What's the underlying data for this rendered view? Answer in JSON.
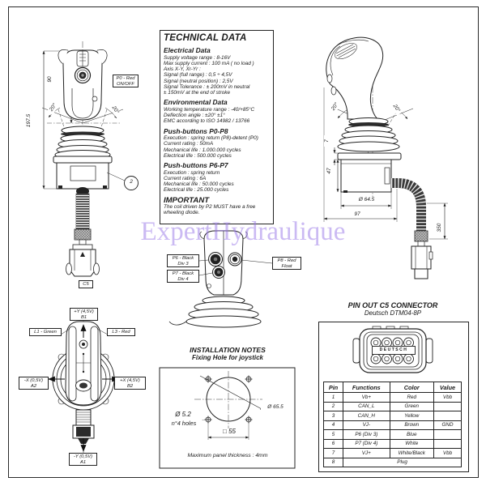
{
  "watermark": {
    "text": "ExpertHydraulique",
    "color": "rgba(151,117,232,0.5)"
  },
  "technical_data": {
    "title": "TECHNICAL DATA",
    "sections": [
      {
        "heading": "Electrical Data",
        "lines": [
          "Supply voltage range : 8-16V",
          "Max supply current : 100 mA ( no load )",
          "Axis X-Y, Xr-Yr :",
          "Signal (full range) : 0,5 ÷ 4,5V",
          "Signal (neutral position) : 2,5V",
          "Signal Tolerance : ± 200mV in neutral",
          "± 150mV at the end of stroke"
        ]
      },
      {
        "heading": "Environmental Data",
        "lines": [
          "Working temperature range : -40/+85°C",
          "Deflection angle : ±20° ±1°",
          "EMC according to ISO 14982 / 13766"
        ]
      },
      {
        "heading": "Push-buttons P0-P8",
        "lines": [
          "Execution : spring return (P8)-detent (P0)",
          "Current rating : 50mA",
          "Mechanical life : 1.000.000 cycles",
          "Electrical life : 500.000 cycles"
        ]
      },
      {
        "heading": "Push-buttons P6-P7",
        "lines": [
          "Execution : spring return",
          "Current rating : 6A",
          "Mechanical life : 50.000 cycles",
          "Electrical life : 25.000 cycles"
        ]
      },
      {
        "heading": "IMPORTANT",
        "lines": [
          "The coil driven by P2 MUST have a free",
          "wheeling diode."
        ]
      }
    ]
  },
  "front_view": {
    "dim_upper": "90",
    "dim_total": "197.5",
    "angle_left": "20°",
    "angle_right": "20°",
    "p0_label_line1": "P0 - Red",
    "p0_label_line2": "ON/OFF",
    "callout": "2",
    "connector_label": "C5"
  },
  "side_view": {
    "angle_left": "20°",
    "angle_right": "20°",
    "dim_collar": "7",
    "dim_base_height": "47",
    "dim_diameter": "Ø 64.5",
    "dim_width": "97",
    "dim_cable": "350"
  },
  "rear_view": {
    "p6_line1": "P6 - Black",
    "p6_line2": "Div 3",
    "p7_line1": "P7 - Black",
    "p7_line2": "Div 4",
    "p8_line1": "P8 - Red",
    "p8_line2": "Float"
  },
  "top_view": {
    "plus_y_line1": "+Y (4,5V)",
    "plus_y_line2": "B1",
    "l1": "L1 - Green",
    "l3": "L3 - Red",
    "minus_x_line1": "-X (0,5V)",
    "minus_x_line2": "A2",
    "plus_x_line1": "+X (4,5V)",
    "plus_x_line2": "B2",
    "minus_y_line1": "-Y (0,5V)",
    "minus_y_line2": "A1"
  },
  "installation": {
    "title": "INSTALLATION NOTES",
    "subtitle": "Fixing Hole for joystick",
    "hole_dia": "Ø 5.2",
    "hole_count": "n°4 holes",
    "circle_dia": "Ø 65.5",
    "square_dim": "□ 55",
    "note": "Maximum panel thickness : 4mm"
  },
  "pinout": {
    "title": "PIN OUT C5 CONNECTOR",
    "subtitle": "Deutsch DTM04-8P",
    "brand": "DEUTSCH",
    "headers": [
      "Pin",
      "Functions",
      "Color",
      "Value"
    ],
    "rows": [
      {
        "pin": "1",
        "fn": "Vb+",
        "color": "Red",
        "value": "Vbb"
      },
      {
        "pin": "2",
        "fn": "CAN_L",
        "color": "Green",
        "value": ""
      },
      {
        "pin": "3",
        "fn": "CAN_H",
        "color": "Yellow",
        "value": ""
      },
      {
        "pin": "4",
        "fn": "VJ-",
        "color": "Brown",
        "value": "GND"
      },
      {
        "pin": "5",
        "fn": "P6 (Div 3)",
        "color": "Blue",
        "value": ""
      },
      {
        "pin": "6",
        "fn": "P7 (Div 4)",
        "color": "White",
        "value": ""
      },
      {
        "pin": "7",
        "fn": "VJ+",
        "color": "White/Black",
        "value": "Vbb"
      }
    ],
    "plug_row": {
      "pin": "8",
      "label": "Plug"
    }
  }
}
